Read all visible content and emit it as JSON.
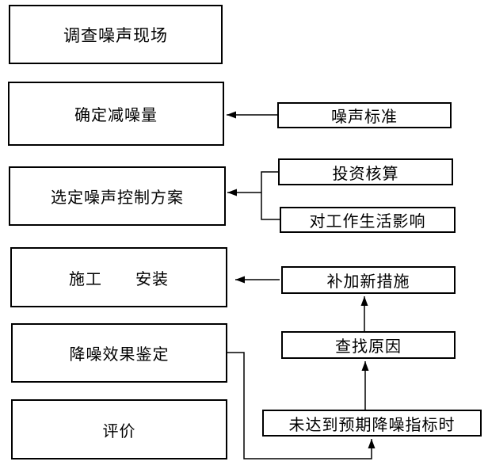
{
  "diagram": {
    "type": "flowchart",
    "language": "zh-CN",
    "background_color": "#ffffff",
    "line_color": "#000000",
    "box_border_color": "#000000",
    "text_color": "#000000"
  },
  "nodes": {
    "survey": {
      "label": "调查噪声现场"
    },
    "determine": {
      "label": "确定减噪量"
    },
    "noise_standard": {
      "label": "噪声标准"
    },
    "select_plan": {
      "label": "选定噪声控制方案"
    },
    "investment": {
      "label": "投资核算"
    },
    "work_life": {
      "label": "对工作生活影响"
    },
    "construction": {
      "label": "施工　　安装"
    },
    "new_measures": {
      "label": "补加新措施"
    },
    "appraisal": {
      "label": "降噪效果鉴定"
    },
    "find_cause": {
      "label": "查找原因"
    },
    "evaluation": {
      "label": "评价"
    },
    "target_not_met": {
      "label": "未达到预期降噪指标时"
    }
  },
  "edges": [
    {
      "from": "noise_standard",
      "to": "determine"
    },
    {
      "from": "investment",
      "to": "select_plan"
    },
    {
      "from": "work_life",
      "to": "select_plan"
    },
    {
      "from": "new_measures",
      "to": "construction"
    },
    {
      "from": "find_cause",
      "to": "new_measures"
    },
    {
      "from": "target_not_met",
      "to": "find_cause"
    },
    {
      "from": "appraisal",
      "to": "target_not_met"
    }
  ]
}
